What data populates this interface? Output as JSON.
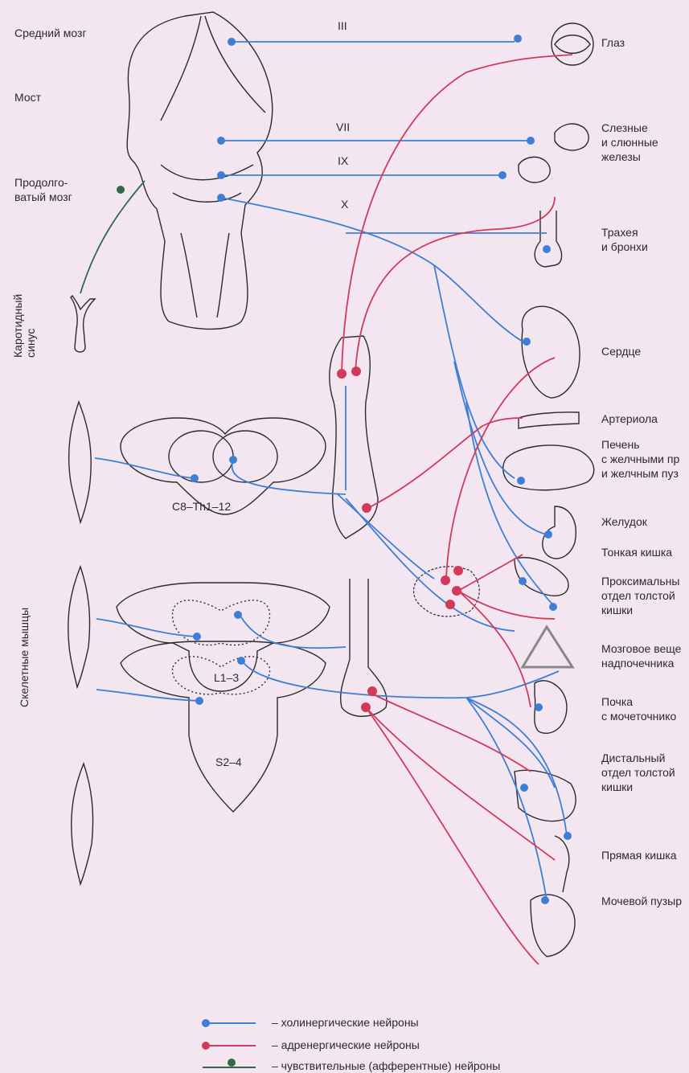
{
  "brain_labels": {
    "midbrain": "Средний мозг",
    "pons": "Мост",
    "medulla": "Продолго-\nватый мозг"
  },
  "side_labels": {
    "carotid_sinus": "Каротидный\nсинус",
    "skeletal_muscles": "Скелетные мышцы"
  },
  "nerves": [
    "III",
    "VII",
    "IX",
    "X"
  ],
  "segments": {
    "thoracic": "C8–Th1–12",
    "lumbar": "L1–3",
    "sacral": "S2–4"
  },
  "organs": [
    "Глаз",
    "Слезные\nи слюнные\nжелезы",
    "Трахея\nи бронхи",
    "Сердце",
    "Артериола",
    "Печень\nс желчными пр\nи желчным пуз",
    "Желудок",
    "Тонкая кишка",
    "Проксимальны\nотдел толстой\nкишки",
    "Мозговое веще\nнадпочечника",
    "Почка\nс мочеточнико",
    "Дистальный\nотдел толстой\nкишки",
    "Прямая кишка",
    "Мочевой пузыр"
  ],
  "legend": [
    {
      "text": "– холинергические нейроны",
      "color": "#3d7fd6"
    },
    {
      "text": "– адренергические нейроны",
      "color": "#d23a5a"
    },
    {
      "text": "– чувствительные (афферентные) нейроны",
      "color": "#2f6b4a"
    }
  ],
  "colors": {
    "cholinergic": "#3d7fd6",
    "adrenergic": "#d23a5a",
    "afferent": "#2f6b4a",
    "outline": "#2b2b2b"
  }
}
